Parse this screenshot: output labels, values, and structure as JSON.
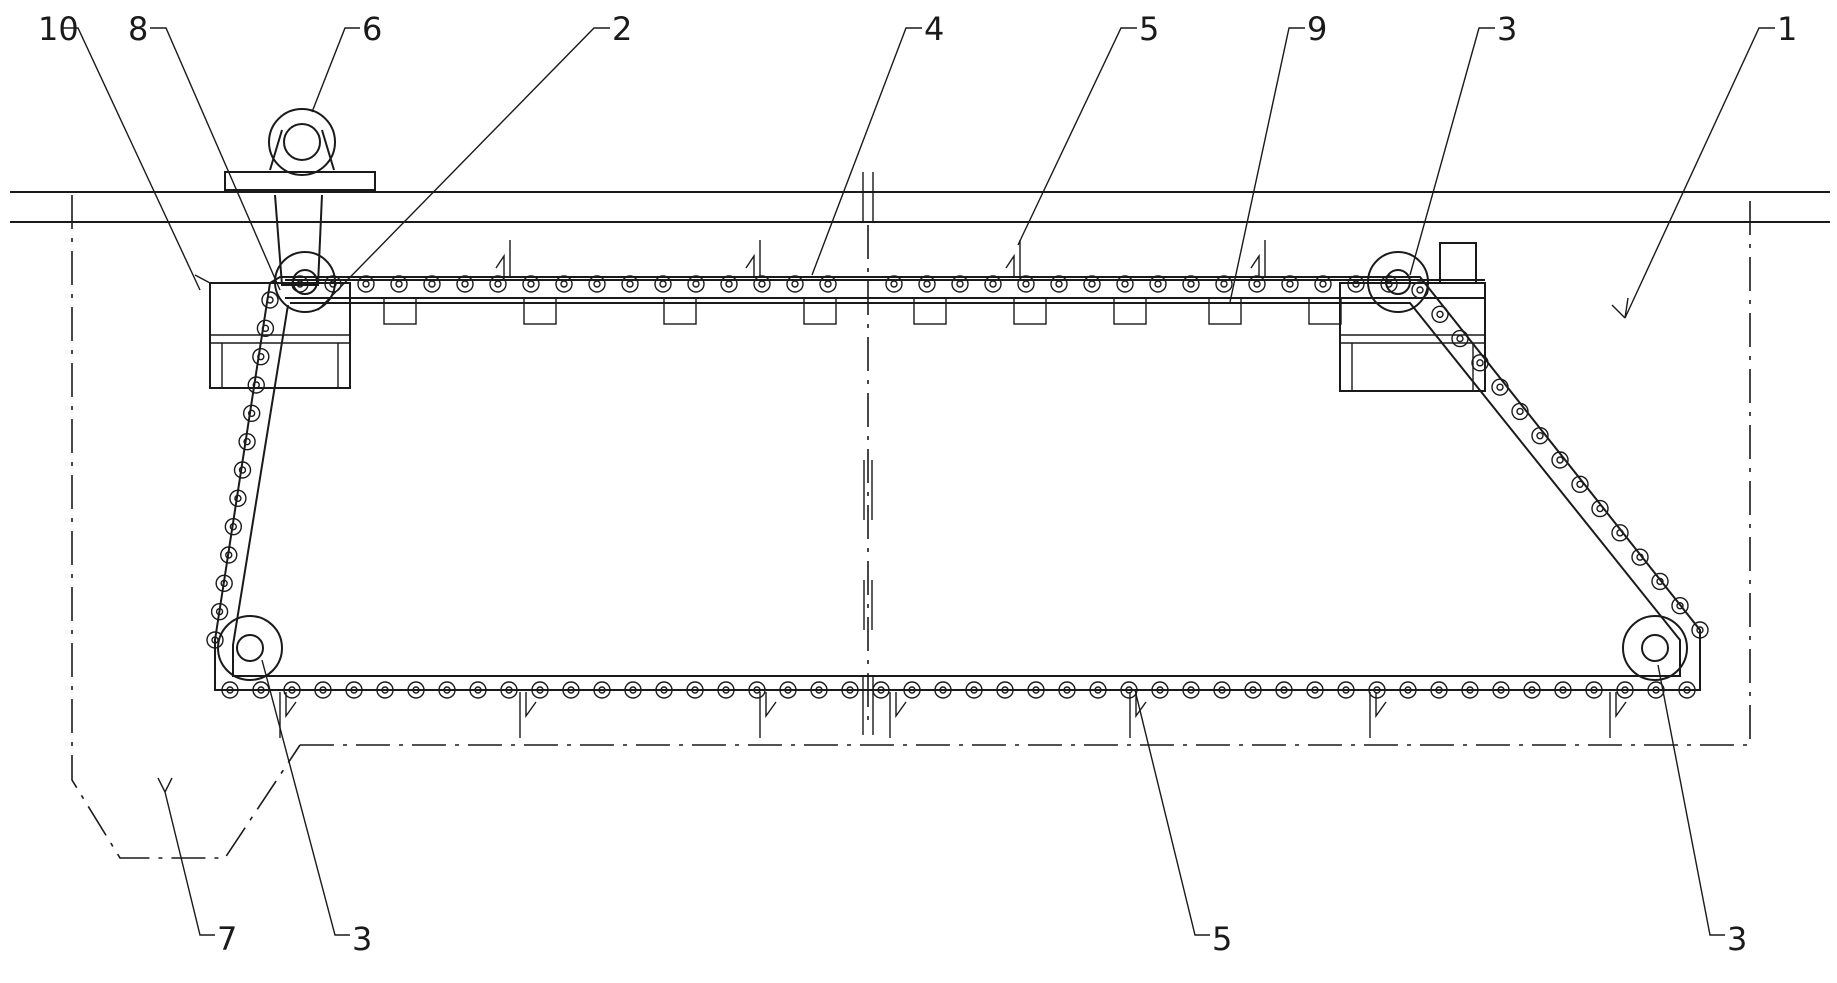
{
  "figure": {
    "labels": [
      {
        "id": "label-10",
        "text": "10"
      },
      {
        "id": "label-8",
        "text": "8"
      },
      {
        "id": "label-6",
        "text": "6"
      },
      {
        "id": "label-2",
        "text": "2"
      },
      {
        "id": "label-4",
        "text": "4"
      },
      {
        "id": "label-5-top",
        "text": "5"
      },
      {
        "id": "label-9",
        "text": "9"
      },
      {
        "id": "label-3-top",
        "text": "3"
      },
      {
        "id": "label-1",
        "text": "1"
      },
      {
        "id": "label-7",
        "text": "7"
      },
      {
        "id": "label-3-bottom-left",
        "text": "3"
      },
      {
        "id": "label-5-bottom",
        "text": "5"
      },
      {
        "id": "label-3-bottom-right",
        "text": "3"
      }
    ]
  }
}
